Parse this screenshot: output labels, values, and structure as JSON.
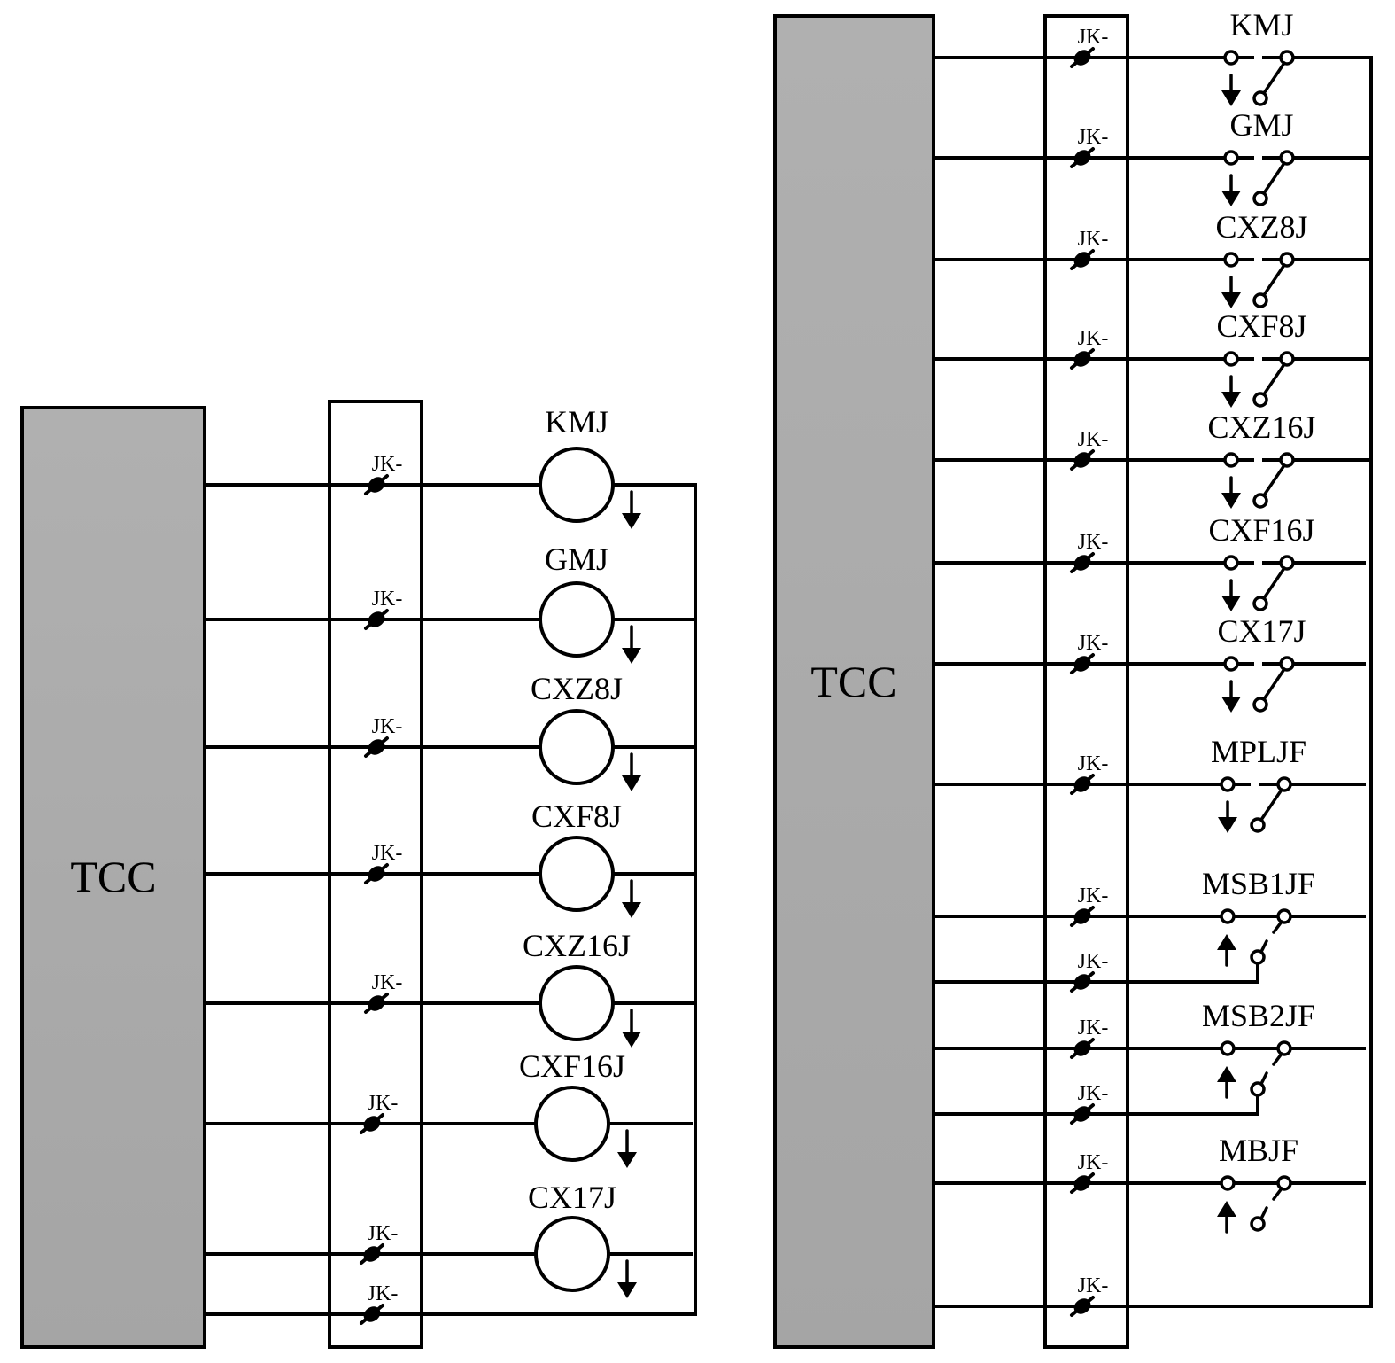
{
  "colors": {
    "tcc_fill": "#b0b0b0",
    "tcc_fill_bottom": "#a5a5a5",
    "line": "#000000",
    "background": "#ffffff"
  },
  "left_panel": {
    "title": "TCC",
    "terminal_label": "JK-",
    "element_type": "relay-coil",
    "rows": [
      {
        "label": "KMJ",
        "terminal": "JK-",
        "arrow": "down"
      },
      {
        "label": "GMJ",
        "terminal": "JK-",
        "arrow": "down"
      },
      {
        "label": "CXZ8J",
        "terminal": "JK-",
        "arrow": "down"
      },
      {
        "label": "CXF8J",
        "terminal": "JK-",
        "arrow": "down"
      },
      {
        "label": "CXZ16J",
        "terminal": "JK-",
        "arrow": "down"
      },
      {
        "label": "CXF16J",
        "terminal": "JK-",
        "arrow": "down"
      },
      {
        "label": "CX17J",
        "terminal": "JK-",
        "arrow": "down"
      }
    ],
    "return_terminal": "JK-"
  },
  "right_panel": {
    "title": "TCC",
    "element_type": "relay-contact",
    "rows": [
      {
        "label": "KMJ",
        "terminal": "JK-",
        "arrow": "down",
        "contact": "front"
      },
      {
        "label": "GMJ",
        "terminal": "JK-",
        "arrow": "down",
        "contact": "front"
      },
      {
        "label": "CXZ8J",
        "terminal": "JK-",
        "arrow": "down",
        "contact": "front"
      },
      {
        "label": "CXF8J",
        "terminal": "JK-",
        "arrow": "down",
        "contact": "front"
      },
      {
        "label": "CXZ16J",
        "terminal": "JK-",
        "arrow": "down",
        "contact": "front"
      },
      {
        "label": "CXF16J",
        "terminal": "JK-",
        "arrow": "down",
        "contact": "front"
      },
      {
        "label": "CX17J",
        "terminal": "JK-",
        "arrow": "down",
        "contact": "front"
      },
      {
        "label": "MPLJF",
        "terminal": "JK-",
        "arrow": "down",
        "contact": "front"
      },
      {
        "label": "MSB1JF",
        "terminal": "JK-",
        "arrow": "up",
        "contact": "changeover",
        "second_terminal": "JK-"
      },
      {
        "label": "MSB2JF",
        "terminal": "JK-",
        "arrow": "up",
        "contact": "changeover",
        "second_terminal": "JK-"
      },
      {
        "label": "MBJF",
        "terminal": "JK-",
        "arrow": "up",
        "contact": "back"
      }
    ],
    "return_terminal": "JK-"
  }
}
